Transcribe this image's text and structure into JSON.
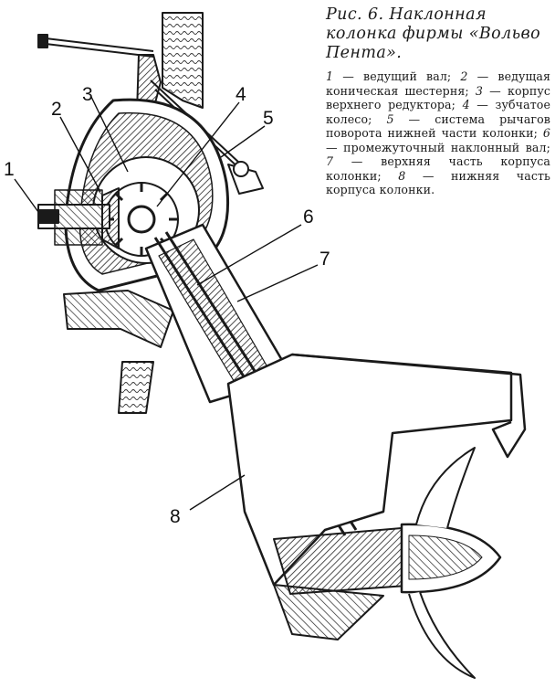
{
  "caption": {
    "title": "Рис. 6. Наклонная колонка фирмы «Вольво Пента».",
    "legend": [
      {
        "num": "1",
        "text": "ведущий вал;"
      },
      {
        "num": "2",
        "text": "ведущая коническая шестерня;"
      },
      {
        "num": "3",
        "text": "корпус верхнего редуктора;"
      },
      {
        "num": "4",
        "text": "зубчатое колесо;"
      },
      {
        "num": "5",
        "text": "система рычагов поворота нижней части колонки;"
      },
      {
        "num": "6",
        "text": "промежуточный наклонный вал;"
      },
      {
        "num": "7",
        "text": "верхняя часть корпуса колонки;"
      },
      {
        "num": "8",
        "text": "нижняя часть корпуса колонки."
      }
    ]
  },
  "callouts": [
    "1",
    "2",
    "3",
    "4",
    "5",
    "6",
    "7",
    "8"
  ],
  "colors": {
    "ink": "#1a1a1a",
    "paper": "#ffffff"
  }
}
